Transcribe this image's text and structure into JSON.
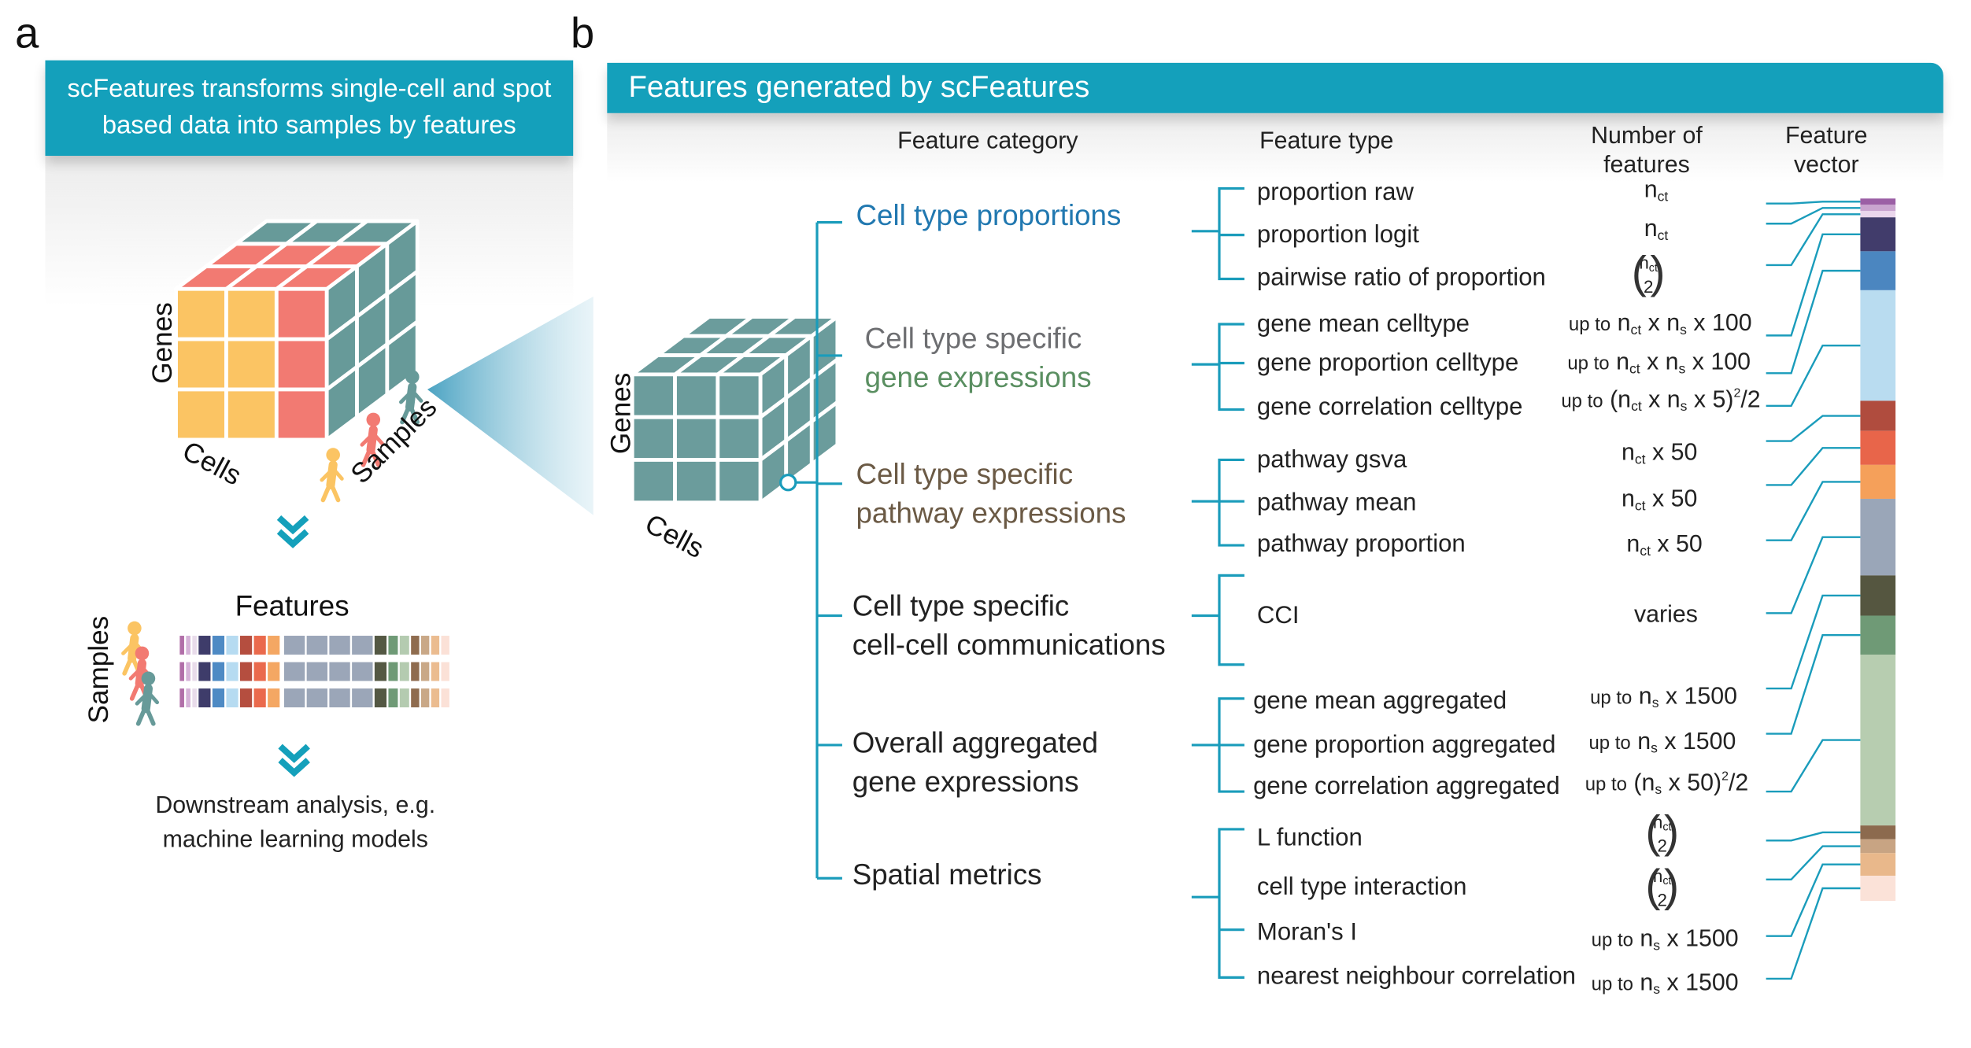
{
  "panel_a": {
    "letter": "a",
    "banner": [
      "scFeatures transforms single-cell and spot",
      "based data into samples by features"
    ],
    "cube_labels": {
      "genes": "Genes",
      "cells": "Cells",
      "samples": "Samples"
    },
    "features_label": "Features",
    "samples_label": "Samples",
    "downstream": [
      "Downstream analysis, e.g.",
      "machine learning models"
    ]
  },
  "panel_b": {
    "letter": "b",
    "banner": "Features generated by scFeatures",
    "cube_labels": {
      "genes": "Genes",
      "cells": "Cells"
    },
    "headers": {
      "category": "Feature category",
      "type": "Feature type",
      "number": [
        "Number of",
        "features"
      ],
      "vector": [
        "Feature",
        "vector"
      ]
    },
    "categories": [
      {
        "lines": [
          "Cell type proportions"
        ],
        "color": "#9b4a96"
      },
      {
        "lines": [
          "Cell type specific",
          "gene expressions"
        ],
        "color": "#2178b0"
      },
      {
        "lines": [
          "Cell type specific",
          "pathway expressions"
        ],
        "color": "#a6192e"
      },
      {
        "lines": [
          "Cell type specific",
          "cell-cell communications"
        ],
        "color": "#6d6e71"
      },
      {
        "lines": [
          "Overall aggregated",
          "gene expressions"
        ],
        "color": "#5a8f61"
      },
      {
        "lines": [
          "Spatial metrics"
        ],
        "color": "#6b5a45"
      }
    ],
    "feature_types": [
      "proportion raw",
      "proportion logit",
      "pairwise ratio of proportion",
      "gene mean celltype",
      "gene proportion celltype",
      "gene correlation celltype",
      "pathway gsva",
      "pathway mean",
      "pathway proportion",
      "CCI",
      "gene mean aggregated",
      "gene proportion aggregated",
      "gene correlation aggregated",
      "L function",
      "cell type interaction",
      "Moran's I",
      "nearest neighbour correlation"
    ],
    "counts": {
      "up_to": "up to",
      "n": "n",
      "ct": "ct",
      "s": "s",
      "x": "x",
      "times50": "x 50",
      "times100": "x 100",
      "times1500": "x 1500",
      "times5": "x 5)",
      "times50p": "x 50)",
      "sq": "2",
      "div2": "/2",
      "two": "2",
      "open": "(",
      "varies": "varies"
    },
    "vector_colors": [
      "#9b5fa5",
      "#c9a4cf",
      "#ead6ec",
      "#413c6b",
      "#4b86c0",
      "#b9dcf0",
      "#b04c3e",
      "#e8654a",
      "#f5a05a",
      "#9aa6b8",
      "#555640",
      "#6f9a76",
      "#b7cdb0",
      "#8c6a4e",
      "#c8a483",
      "#e9b88b",
      "#fbe2d8"
    ]
  }
}
